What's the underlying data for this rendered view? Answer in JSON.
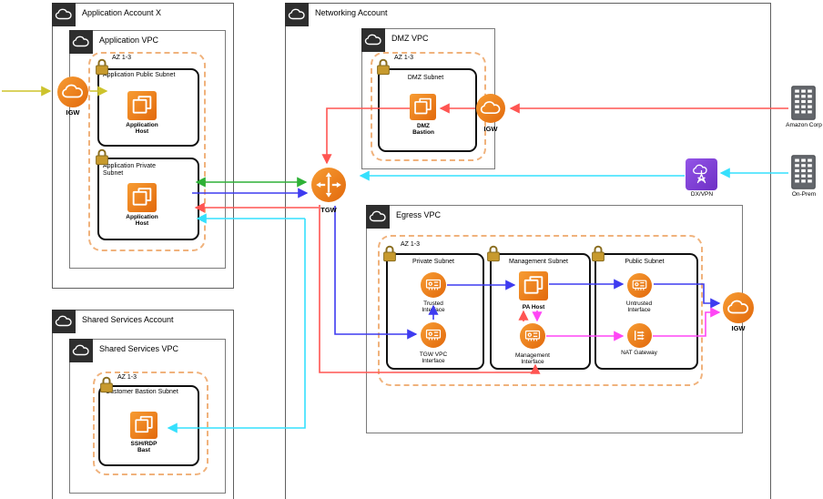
{
  "palette": {
    "orange": "#e8710d",
    "az_dash": "#f0b27c",
    "dark_tile": "#2e2e2e",
    "blue": "#3e3bf0",
    "green": "#2eb136",
    "red": "#ff5552",
    "cyan": "#35e0fd",
    "magenta": "#ff46f5",
    "yellow": "#cdc32c",
    "purple": "#7d3bd9"
  },
  "app_account": {
    "title": "Application Account X",
    "igw_label": "IGW",
    "vpc": {
      "title": "Application VPC",
      "az_label": "AZ 1-3",
      "public_subnet": {
        "label": "Application Public Subnet",
        "host_label": "Application Host"
      },
      "private_subnet": {
        "label": "Application Private Subnet",
        "host_label": "Application Host"
      }
    }
  },
  "networking_account": {
    "title": "Networking Account",
    "tgw_label": "TGW",
    "dmz_vpc": {
      "title": "DMZ VPC",
      "az_label": "AZ 1-3",
      "subnet_label": "DMZ Subnet",
      "bastion_label": "DMZ Bastion",
      "igw_label": "IGW"
    },
    "egress_vpc": {
      "title": "Egress VPC",
      "az_label": "AZ 1-3",
      "igw_label": "IGW",
      "private_subnet": {
        "label": "Private Subnet",
        "trusted_label": "Trusted Interface",
        "tgw_if_label": "TGW VPC Interface"
      },
      "management_subnet": {
        "label": "Management Subnet",
        "pa_host_label": "PA Host",
        "mgmt_if_label": "Management Interface"
      },
      "public_subnet": {
        "label": "Public Subnet",
        "untrusted_label": "Untrusted Interface",
        "nat_label": "NAT Gateway"
      }
    }
  },
  "shared_account": {
    "title": "Shared Services Account",
    "vpc": {
      "title": "Shared Services VPC",
      "az_label": "AZ 1-3",
      "subnet_label": "Customer Bastion Subnet",
      "host_label": "SSH/RDP Bast"
    }
  },
  "external": {
    "dx_label": "DX/VPN",
    "amazon_corp_label": "Amazon Corp",
    "on_prem_label": "On-Prem"
  }
}
